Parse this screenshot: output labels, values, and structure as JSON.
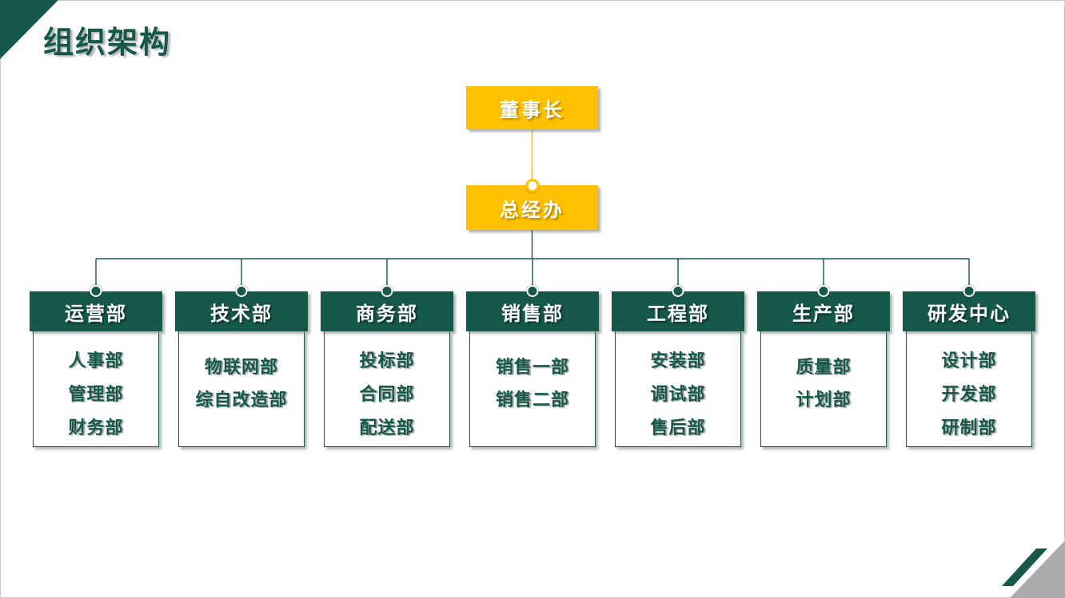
{
  "slide": {
    "title": "组织架构",
    "colors": {
      "green": "#16594a",
      "yellow": "#FFC000",
      "shadow_gray": "#ababab"
    },
    "org": {
      "root": "董事长",
      "level2": "总经办",
      "departments": [
        {
          "name": "运营部",
          "subs": [
            "人事部",
            "管理部",
            "财务部"
          ]
        },
        {
          "name": "技术部",
          "subs": [
            "物联网部",
            "综自改造部"
          ]
        },
        {
          "name": "商务部",
          "subs": [
            "投标部",
            "合同部",
            "配送部"
          ]
        },
        {
          "name": "销售部",
          "subs": [
            "销售一部",
            "销售二部"
          ]
        },
        {
          "name": "工程部",
          "subs": [
            "安装部",
            "调试部",
            "售后部"
          ]
        },
        {
          "name": "生产部",
          "subs": [
            "质量部",
            "计划部"
          ]
        },
        {
          "name": "研发中心",
          "subs": [
            "设计部",
            "开发部",
            "研制部"
          ]
        }
      ]
    }
  }
}
